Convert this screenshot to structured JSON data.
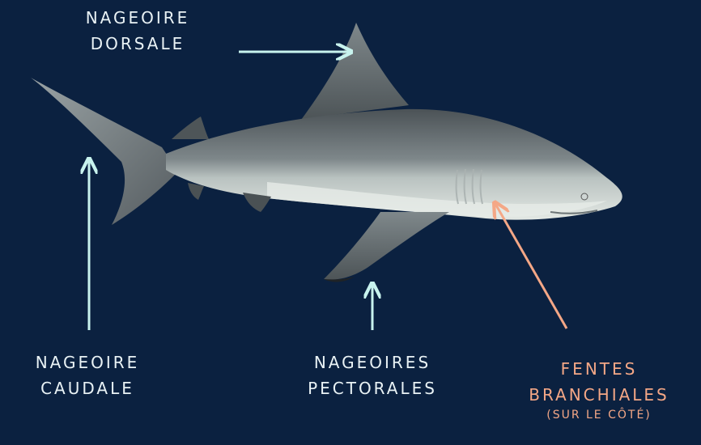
{
  "labels": {
    "dorsal": {
      "line1": "NAGEOIRE",
      "line2": "DORSALE"
    },
    "caudal": {
      "line1": "NAGEOIRE",
      "line2": "CAUDALE"
    },
    "pectoral": {
      "line1": "NAGEOIRES",
      "line2": "PECTORALES"
    },
    "gills": {
      "line1": "FENTES",
      "line2": "BRANCHIALES",
      "note": "(SUR LE CÔTÉ)"
    }
  },
  "colors": {
    "background": "#0b2140",
    "arrow": "#c8f3ee",
    "accent": "#f4a786",
    "text": "#e9f2f5"
  }
}
